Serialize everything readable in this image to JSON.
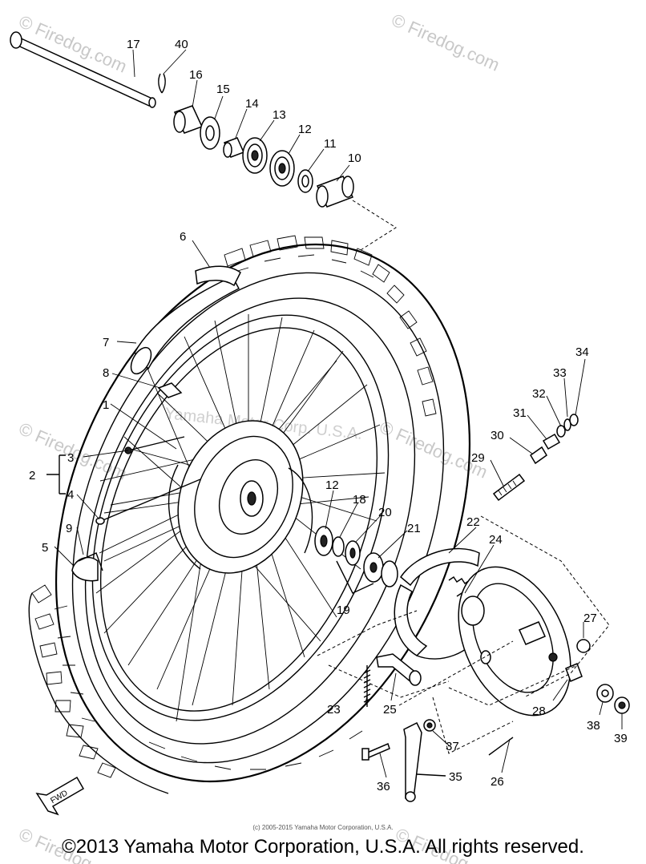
{
  "watermarks": [
    "© Firedog.com",
    "© Firedog.com",
    "© Firedog.com",
    "© Firedog.com",
    "© Firedog.com",
    "© Firedog.com"
  ],
  "overlay_text": "Yamaha Motor Corp. U.S.A.",
  "small_copyright": "(c) 2005-2015 Yamaha Motor Corporation, U.S.A.",
  "main_copyright": "©2013 Yamaha Motor Corporation, U.S.A. All rights reserved.",
  "fwd_label": "FWD",
  "part_numbers": [
    "1",
    "2",
    "3",
    "4",
    "5",
    "6",
    "7",
    "8",
    "9",
    "10",
    "11",
    "12",
    "12",
    "13",
    "14",
    "15",
    "16",
    "17",
    "18",
    "19",
    "20",
    "21",
    "22",
    "23",
    "24",
    "25",
    "26",
    "27",
    "28",
    "29",
    "30",
    "31",
    "32",
    "33",
    "34",
    "35",
    "36",
    "37",
    "38",
    "39",
    "40"
  ]
}
